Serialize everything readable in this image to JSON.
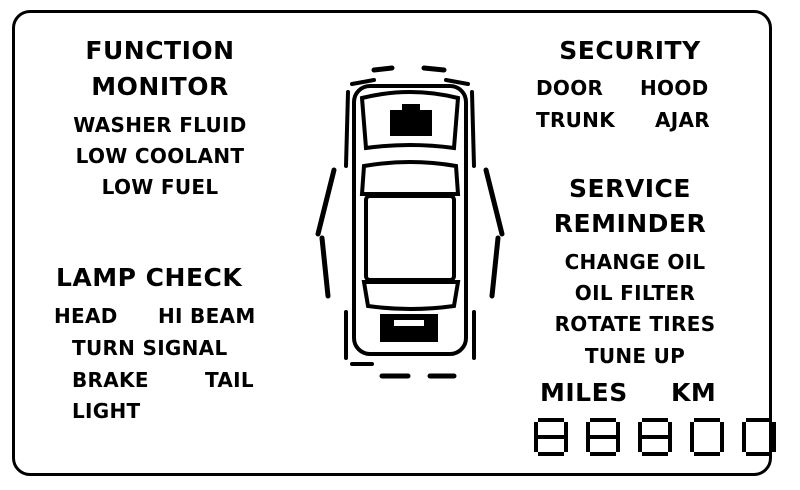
{
  "function_monitor": {
    "title_line1": "FUNCTION",
    "title_line2": "MONITOR",
    "items": [
      "WASHER FLUID",
      "LOW COOLANT",
      "LOW FUEL"
    ]
  },
  "lamp_check": {
    "title": "LAMP CHECK",
    "head": "HEAD",
    "hi_beam": "HI BEAM",
    "turn_signal": "TURN SIGNAL",
    "brake": "BRAKE",
    "tail": "TAIL",
    "light": "LIGHT"
  },
  "security": {
    "title": "SECURITY",
    "door": "DOOR",
    "hood": "HOOD",
    "trunk": "TRUNK",
    "ajar": "AJAR"
  },
  "service_reminder": {
    "title_line1": "SERVICE",
    "title_line2": "REMINDER",
    "items": [
      "CHANGE OIL",
      "OIL FILTER",
      "ROTATE TIRES",
      "TUNE UP"
    ]
  },
  "odometer": {
    "miles_label": "MILES",
    "km_label": "KM",
    "value": "88800"
  },
  "colors": {
    "ink": "#000000",
    "background": "#ffffff"
  },
  "icons": {
    "vehicle": "car-top-view-icon"
  }
}
